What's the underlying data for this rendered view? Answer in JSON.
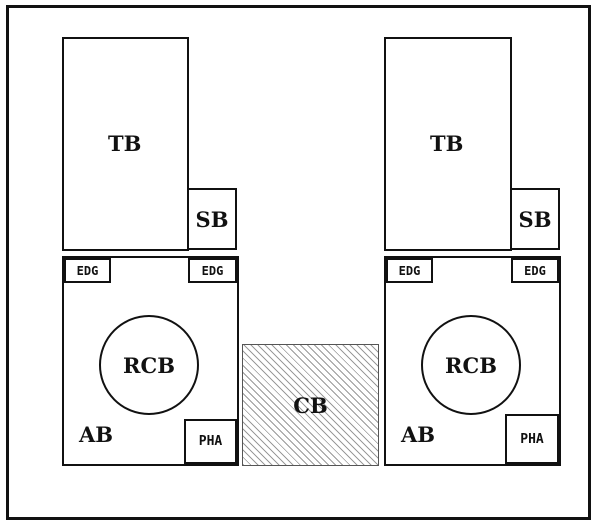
{
  "diagram": {
    "left_unit": {
      "tb": "TB",
      "sb": "SB",
      "edg_left": "EDG",
      "edg_right": "EDG",
      "rcb": "RCB",
      "ab": "AB",
      "pha": "PHA"
    },
    "center": {
      "cb": "CB"
    },
    "right_unit": {
      "tb": "TB",
      "sb": "SB",
      "edg_left": "EDG",
      "edg_right": "EDG",
      "rcb": "RCB",
      "ab": "AB",
      "pha": "PHA"
    }
  }
}
